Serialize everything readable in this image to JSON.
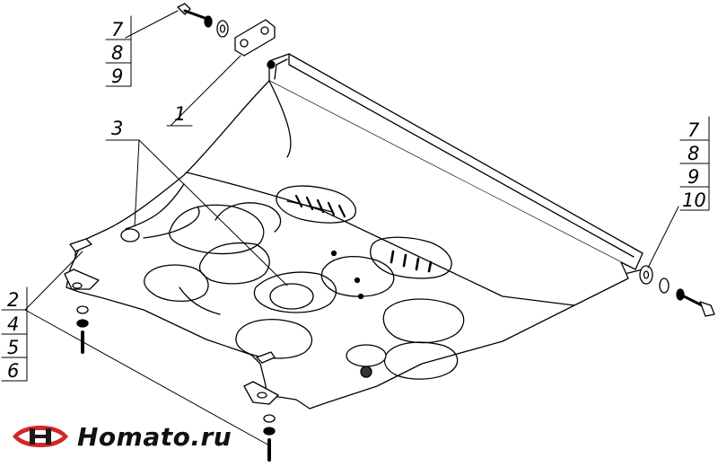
{
  "callouts": {
    "top_left": [
      "7",
      "8",
      "9"
    ],
    "plate": "1",
    "brackets": "3",
    "right": [
      "7",
      "8",
      "9",
      "10"
    ],
    "left": [
      "2",
      "4",
      "5",
      "6"
    ]
  },
  "logo": {
    "text": "Homato.ru",
    "colors": {
      "red": "#d3272a",
      "dark": "#1a1a1a"
    }
  }
}
